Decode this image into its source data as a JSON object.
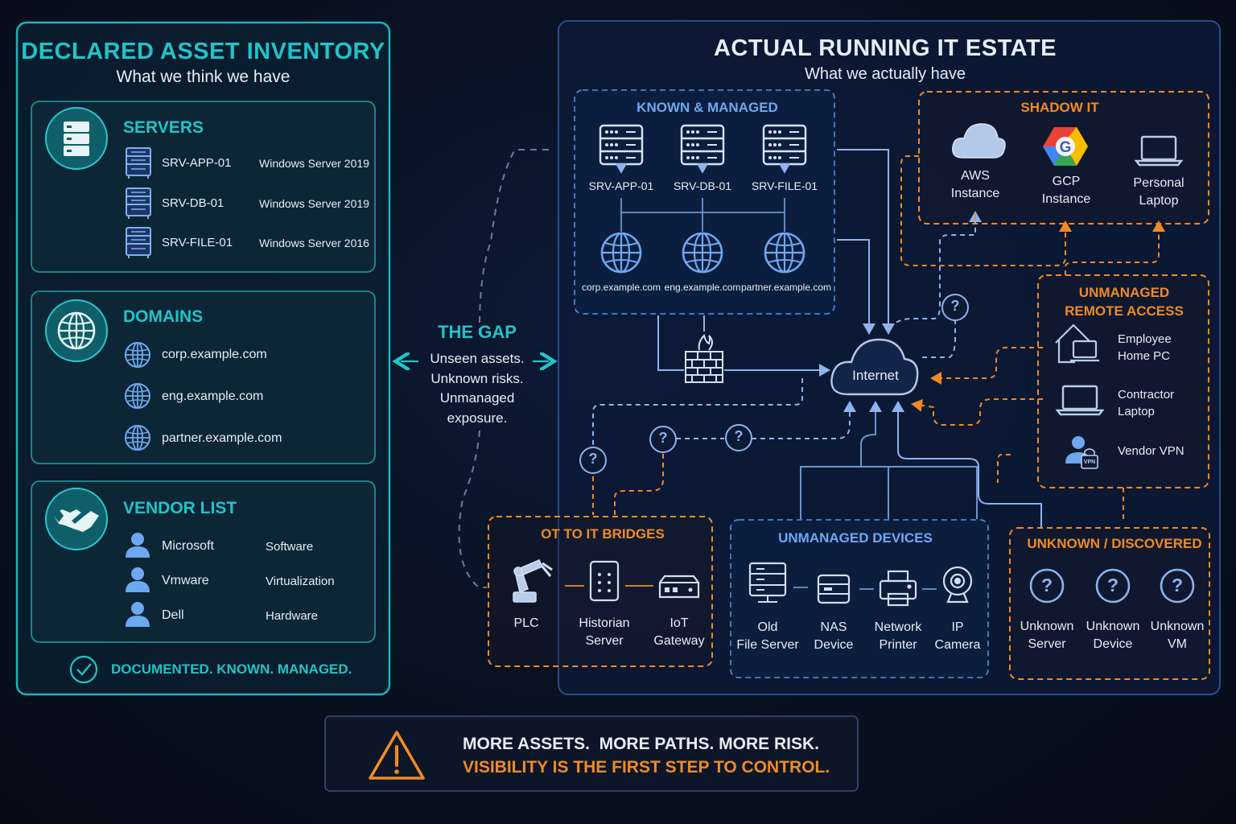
{
  "left_panel": {
    "title": "DECLARED ASSET INVENTORY",
    "subtitle": "What we think we have",
    "servers": {
      "title": "SERVERS",
      "items": [
        {
          "name": "SRV-APP-01",
          "os": "Windows Server 2019"
        },
        {
          "name": "SRV-DB-01",
          "os": "Windows Server 2019"
        },
        {
          "name": "SRV-FILE-01",
          "os": "Windows Server 2016"
        }
      ]
    },
    "domains": {
      "title": "DOMAINS",
      "items": [
        "corp.example.com",
        "eng.example.com",
        "partner.example.com"
      ]
    },
    "vendors": {
      "title": "VENDOR LIST",
      "items": [
        {
          "name": "Microsoft",
          "type": "Software"
        },
        {
          "name": "Vmware",
          "type": "Virtualization"
        },
        {
          "name": "Dell",
          "type": "Hardware"
        }
      ]
    },
    "footer": "DOCUMENTED. KNOWN. MANAGED."
  },
  "gap": {
    "title": "THE GAP",
    "lines": [
      "Unseen assets.",
      "Unknown risks.",
      "Unmanaged",
      "exposure."
    ]
  },
  "right_panel": {
    "title": "ACTUAL RUNNING IT ESTATE",
    "subtitle": "What we actually have",
    "known": {
      "title": "KNOWN & MANAGED",
      "servers": [
        "SRV-APP-01",
        "SRV-DB-01",
        "SRV-FILE-01"
      ],
      "domains": [
        "corp.example.com",
        "eng.example.com",
        "partner.example.com"
      ]
    },
    "shadow": {
      "title": "SHADOW IT",
      "items": [
        [
          "AWS",
          "Instance"
        ],
        [
          "GCP",
          "Instance"
        ],
        [
          "Personal",
          "Laptop"
        ]
      ]
    },
    "remote": {
      "title": [
        "UNMANAGED",
        "REMOTE ACCESS"
      ],
      "items": [
        [
          "Employee",
          "Home PC"
        ],
        [
          "Contractor",
          "Laptop"
        ],
        [
          "Vendor VPN"
        ]
      ],
      "vpn_badge": "VPN"
    },
    "internet": "Internet",
    "question_mark": "?",
    "ot": {
      "title": "OT TO IT BRIDGES",
      "items": [
        [
          "PLC"
        ],
        [
          "Historian",
          "Server"
        ],
        [
          "IoT",
          "Gateway"
        ]
      ]
    },
    "devices": {
      "title": "UNMANAGED DEVICES",
      "items": [
        [
          "Old",
          "File Server"
        ],
        [
          "NAS",
          "Device"
        ],
        [
          "Network",
          "Printer"
        ],
        [
          "IP",
          "Camera"
        ]
      ]
    },
    "unknown": {
      "title": "UNKNOWN / DISCOVERED",
      "items": [
        [
          "Unknown",
          "Server"
        ],
        [
          "Unknown",
          "Device"
        ],
        [
          "Unknown",
          "VM"
        ]
      ]
    }
  },
  "banner": {
    "line1": "MORE ASSETS.  MORE PATHS. MORE RISK.",
    "line2": "VISIBILITY IS THE FIRST STEP TO CONTROL."
  },
  "colors": {
    "teal": "#22c3c9",
    "orange": "#f08a24",
    "blue": "#6ea8f0",
    "light_blue": "#9cc3f5"
  }
}
